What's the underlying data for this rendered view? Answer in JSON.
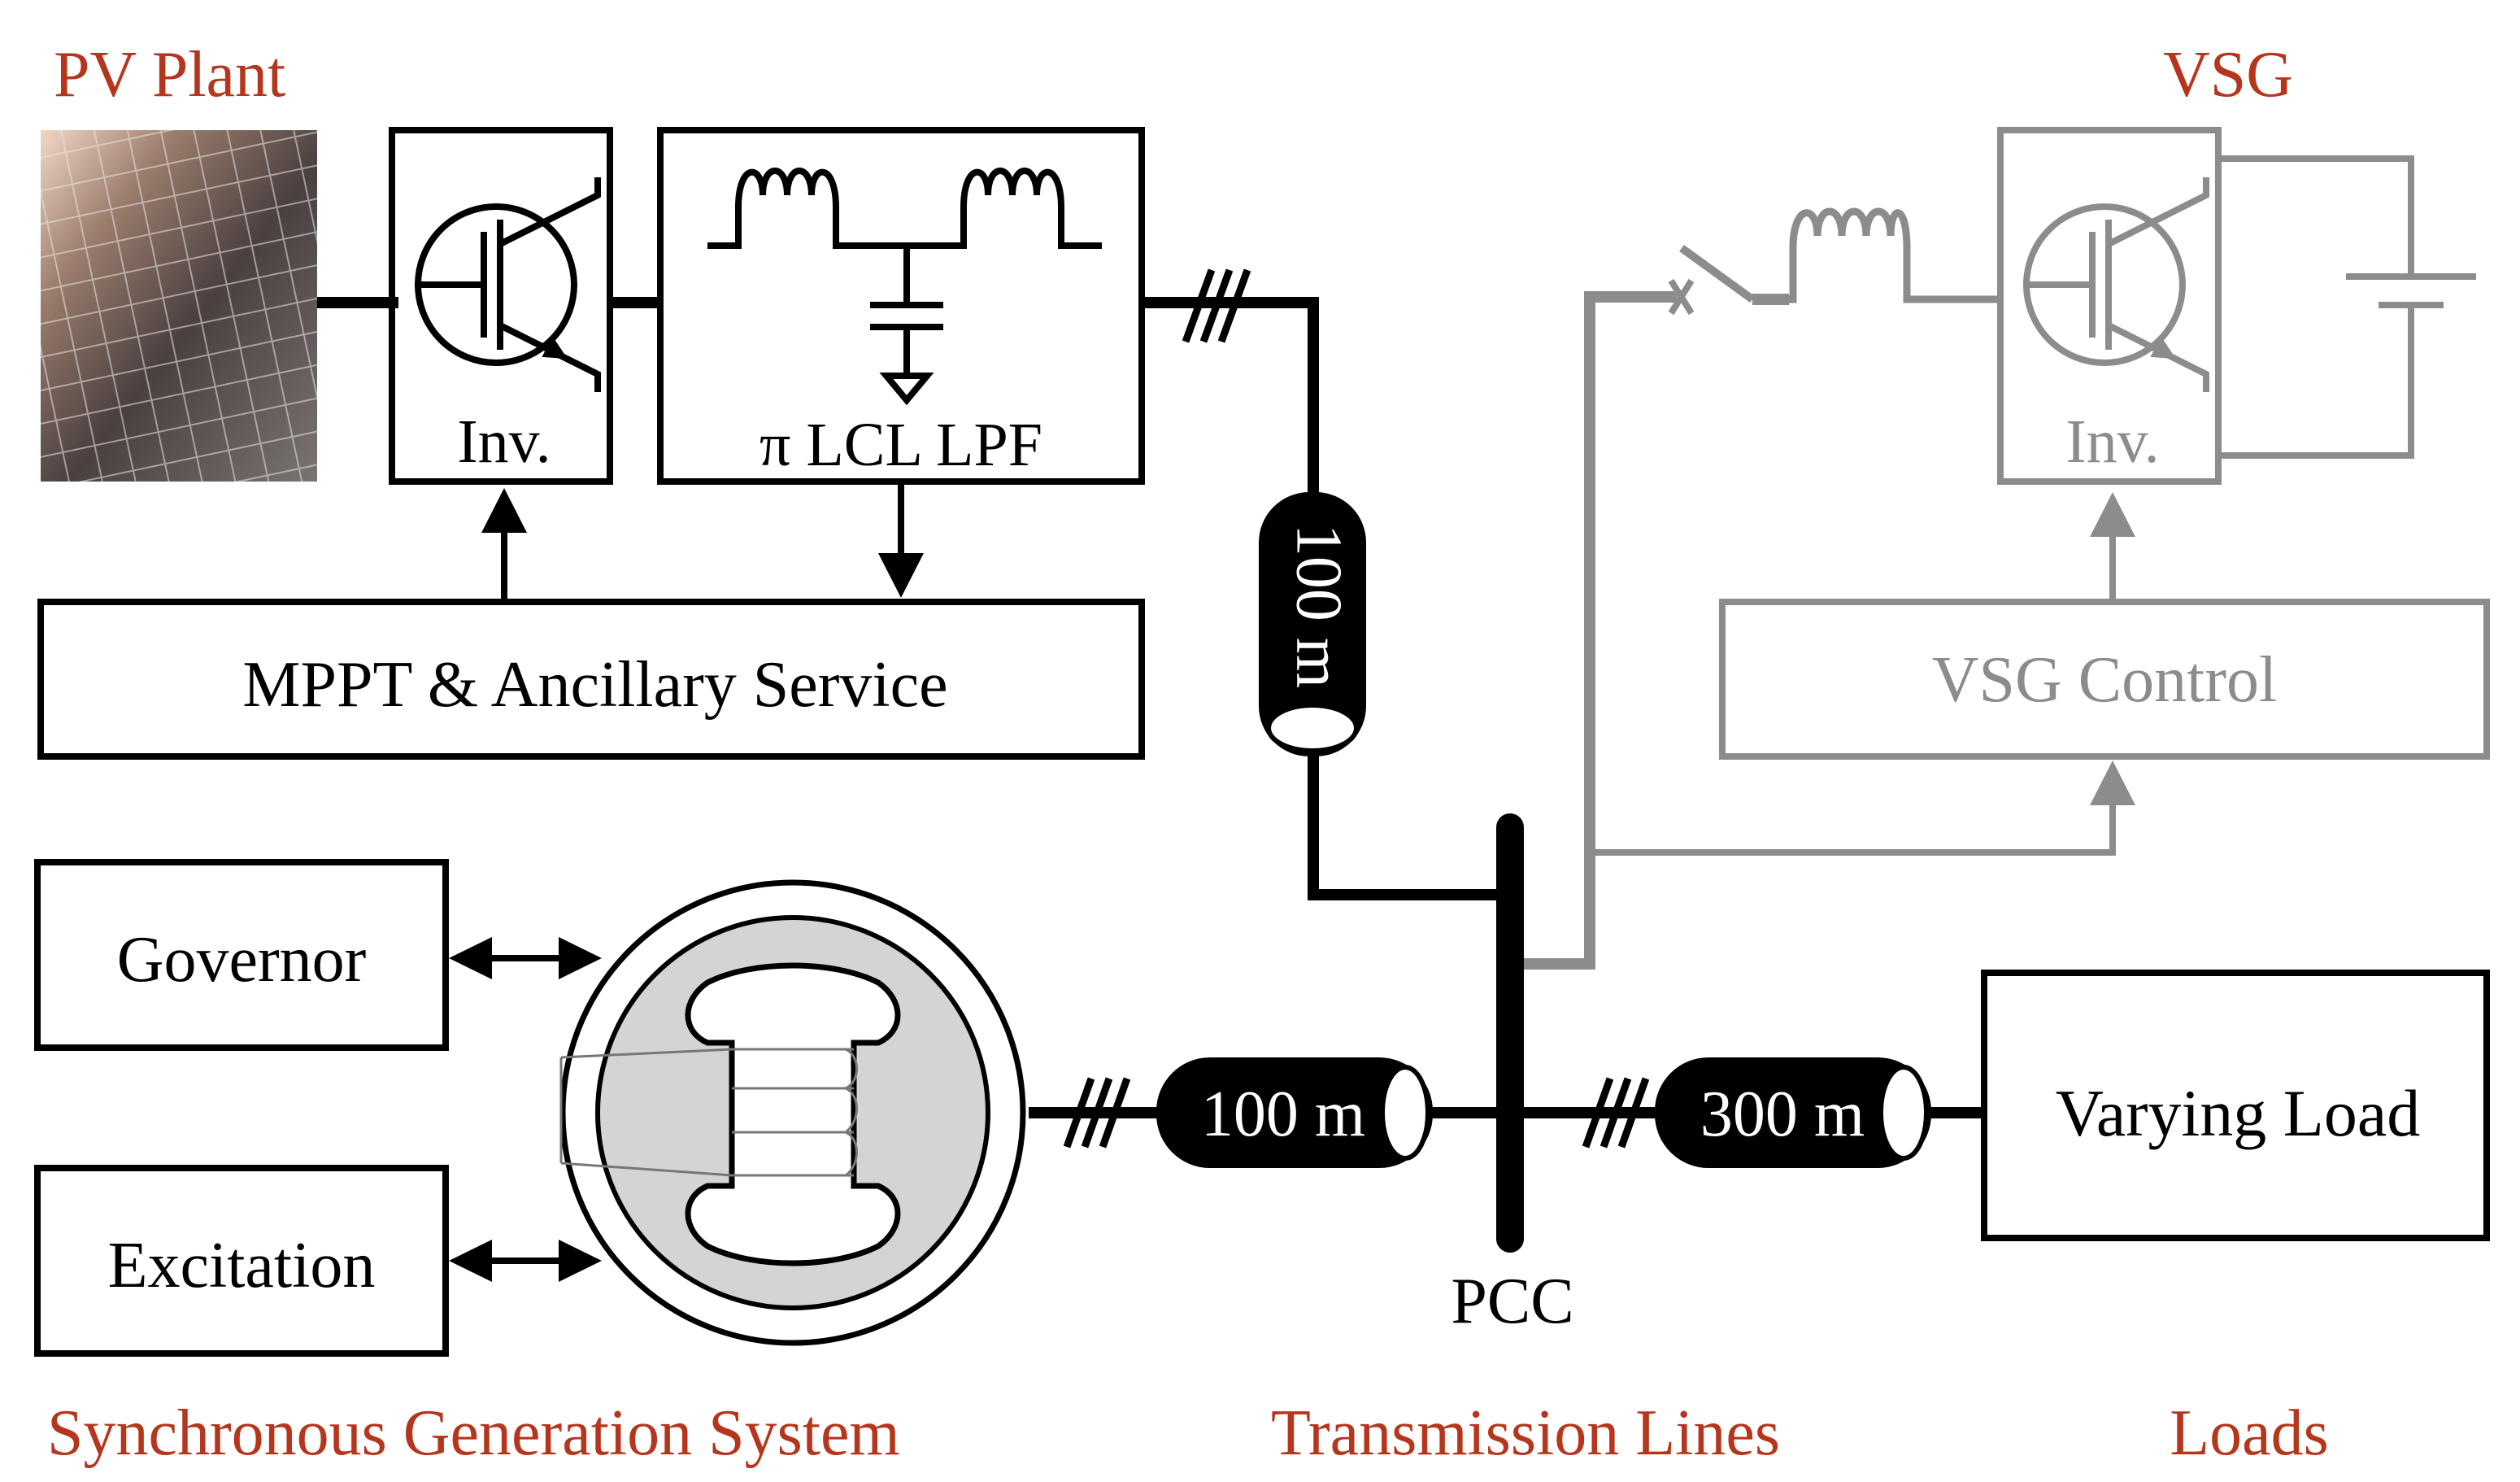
{
  "titles": {
    "pv_plant": "PV Plant",
    "vsg": "VSG",
    "synchronous_generation_system": "Synchronous Generation System",
    "transmission_lines": "Transmission Lines",
    "loads": "Loads"
  },
  "blocks": {
    "pv_inverter": "Inv.",
    "filter": "π LCL LPF",
    "mppt": "MPPT & Ancillary Service",
    "vsg_inverter": "Inv.",
    "vsg_control": "VSG Control",
    "governor": "Governor",
    "excitation": "Excitation",
    "varying_load": "Varying Load"
  },
  "lines": {
    "vertical_cable": "100 m",
    "generator_cable": "100 m",
    "load_cable": "300 m"
  },
  "bus": {
    "label": "PCC"
  },
  "colors": {
    "title": "#b5361c",
    "main": "#000000",
    "vsg": "#8c8c8c",
    "generator_fill": "#d4d4d4"
  }
}
